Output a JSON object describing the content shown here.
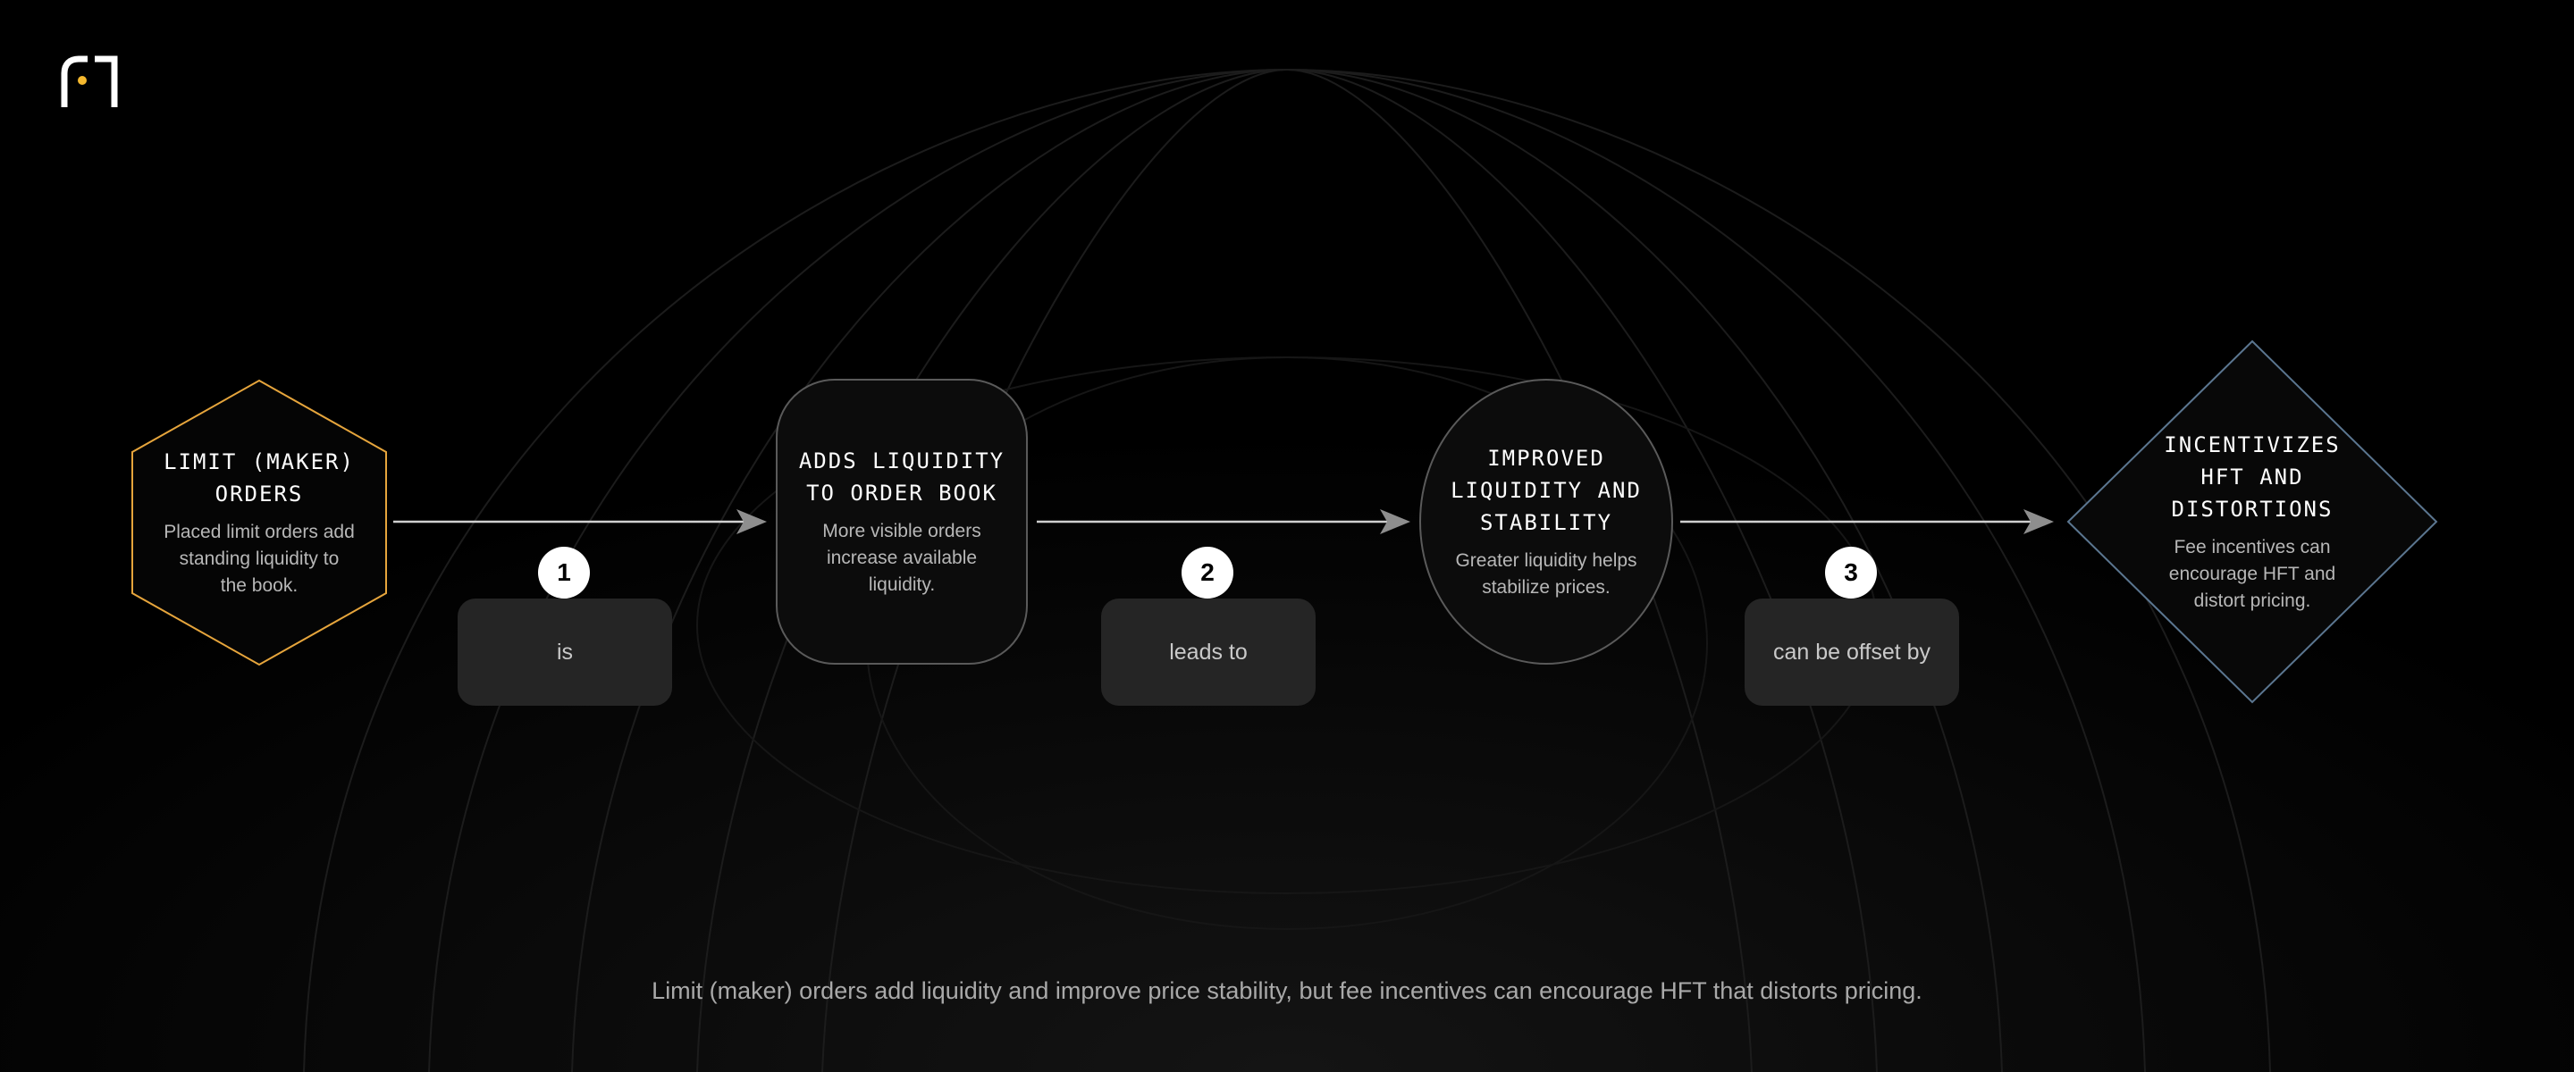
{
  "brand": {
    "logo_icon": "brand-logo-icon",
    "accent": "#f5b82e"
  },
  "nodes": [
    {
      "title": "LIMIT (MAKER)\nORDERS",
      "description": "Placed limit orders add\nstanding liquidity to\nthe book.",
      "shape": "hexagon",
      "border_color": "#e6a53c"
    },
    {
      "title": "ADDS LIQUIDITY\nTO ORDER BOOK",
      "description": "More visible orders\nincrease available\nliquidity.",
      "shape": "rounded-rectangle",
      "border_color": "#5a5a5a"
    },
    {
      "title": "IMPROVED\nLIQUIDITY AND\nSTABILITY",
      "description": "Greater liquidity helps\nstabilize prices.",
      "shape": "ellipse",
      "border_color": "#5a5a5a"
    },
    {
      "title": "INCENTIVIZES\nHFT AND\nDISTORTIONS",
      "description": "Fee incentives can\nencourage HFT and\ndistort pricing.",
      "shape": "diamond",
      "border_color": "#5b7690"
    }
  ],
  "edges": [
    {
      "step": "1",
      "label": "is"
    },
    {
      "step": "2",
      "label": "leads to"
    },
    {
      "step": "3",
      "label": "can be offset by"
    }
  ],
  "footer": {
    "caption": "Limit (maker) orders add liquidity and improve price stability, but fee incentives can encourage HFT that distorts pricing."
  }
}
